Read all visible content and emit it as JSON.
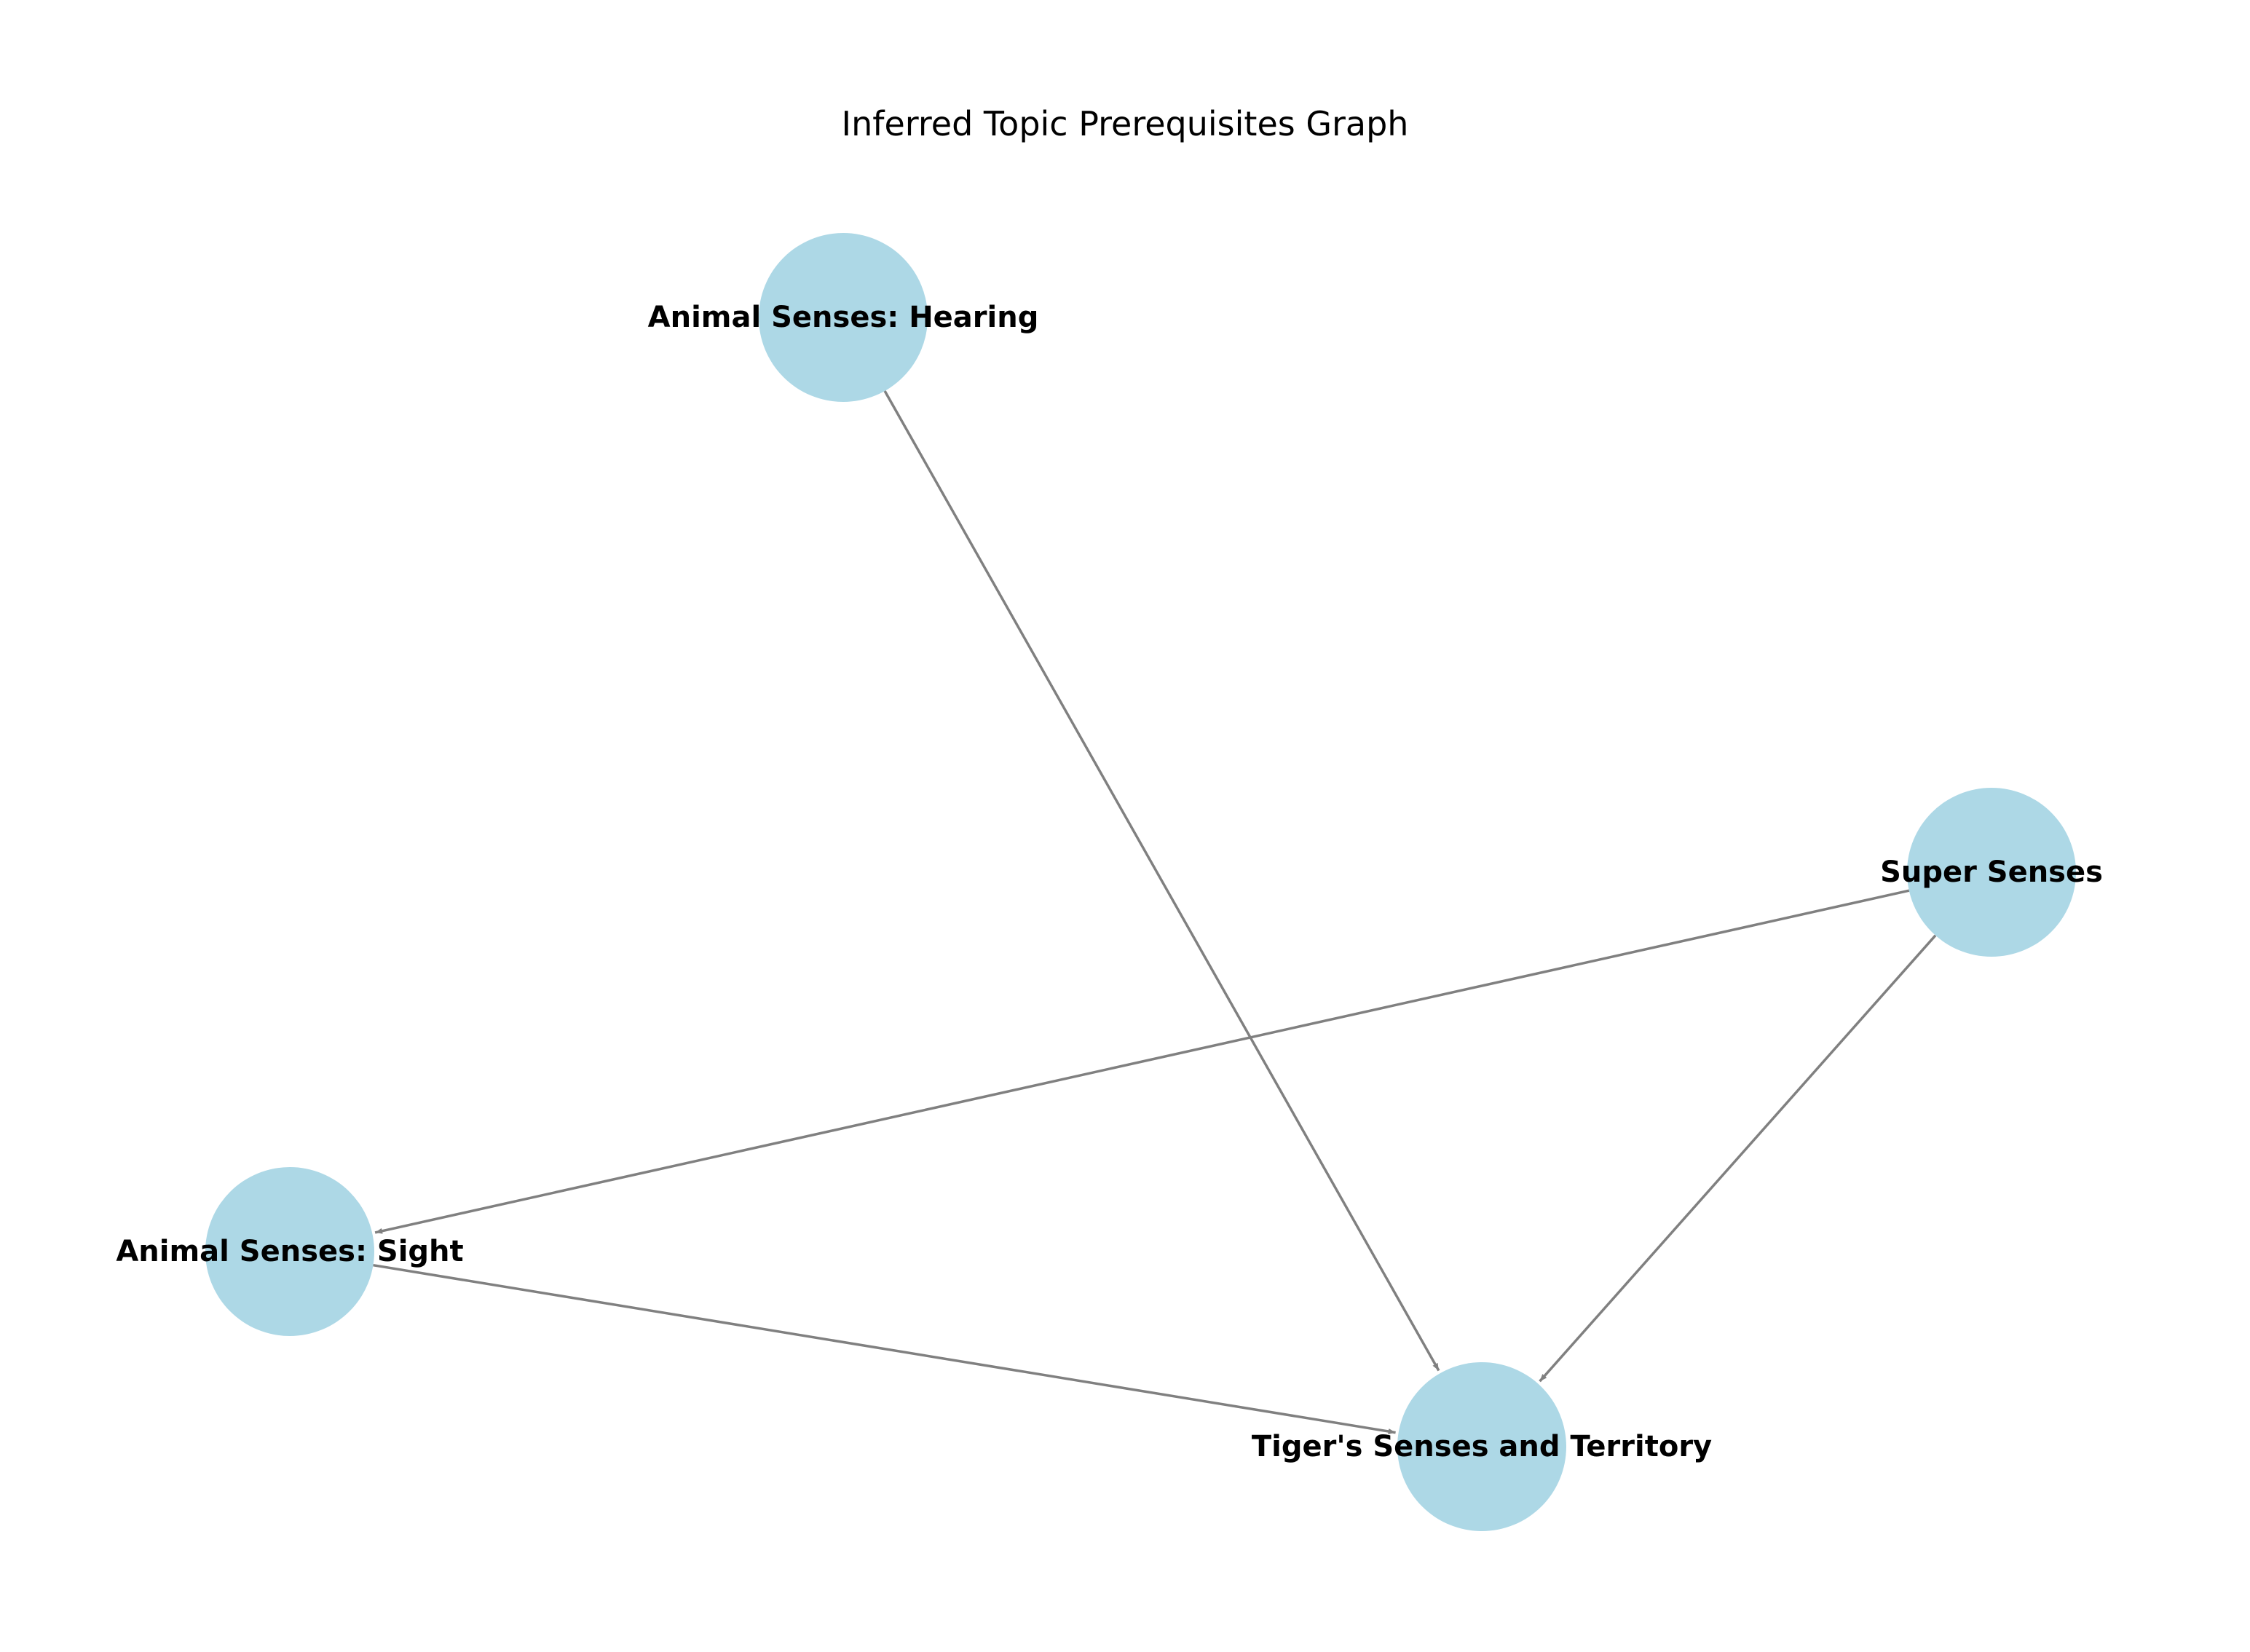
{
  "diagram": {
    "title": "Inferred Topic Prerequisites Graph",
    "colors": {
      "node_fill": "#add8e6",
      "edge": "#808080",
      "label": "#000000"
    },
    "nodes": [
      {
        "id": "hearing",
        "label": "Animal Senses: Hearing"
      },
      {
        "id": "super",
        "label": "Super Senses"
      },
      {
        "id": "sight",
        "label": "Animal Senses: Sight"
      },
      {
        "id": "tiger",
        "label": "Tiger's Senses and Territory"
      }
    ],
    "edges": [
      {
        "from": "hearing",
        "to": "tiger"
      },
      {
        "from": "super",
        "to": "sight"
      },
      {
        "from": "super",
        "to": "tiger"
      },
      {
        "from": "sight",
        "to": "tiger"
      }
    ]
  }
}
